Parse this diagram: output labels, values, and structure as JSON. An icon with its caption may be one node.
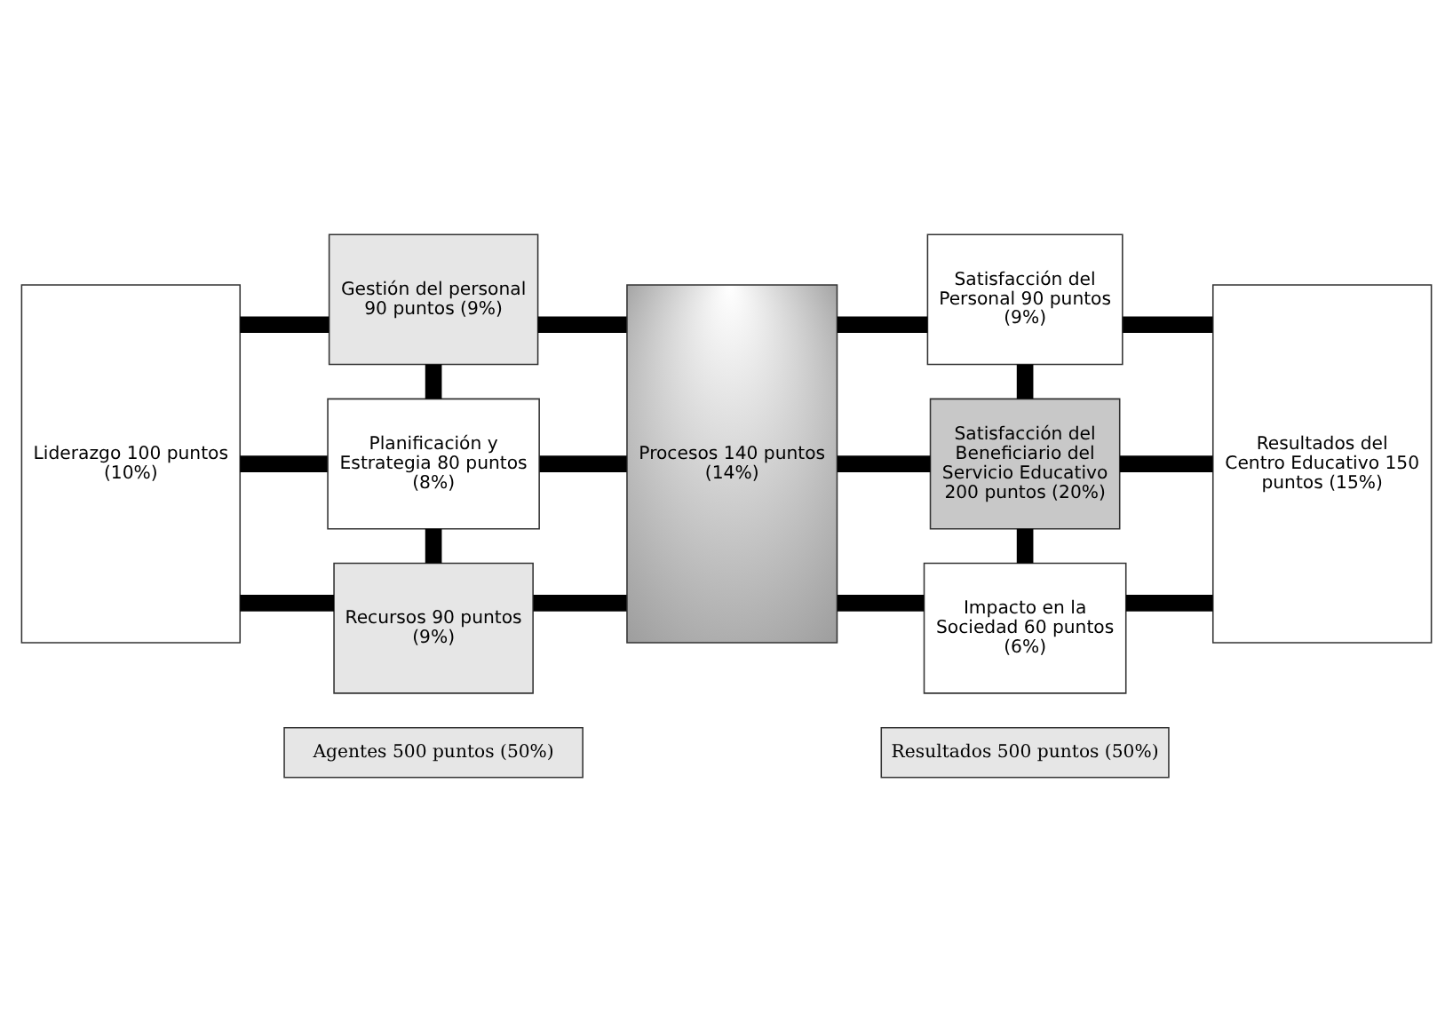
{
  "diagram": {
    "nodes": [
      {
        "text": [
          "Liderazgo 100 puntos (10%)"
        ]
      },
      {
        "text": [
          "Gestión del personal 90 puntos (9%)"
        ]
      },
      {
        "text": [
          "Planificación y Estrategia 80 puntos (8%)"
        ]
      },
      {
        "text": [
          "Recursos 90 puntos (9%)"
        ]
      },
      {
        "text": [
          "Procesos 140 puntos (14%)"
        ]
      },
      {
        "text": [
          "Satisfacción del Personal 90 puntos (9%)"
        ]
      },
      {
        "text": [
          "Satisfacción del Beneficiario del Servicio Educativo 200 puntos (20%)"
        ]
      },
      {
        "text": [
          "Impacto en la Sociedad 60 puntos (6%)"
        ]
      },
      {
        "text": [
          "Resultados del Centro Educativo 150 puntos (15%)"
        ]
      },
      {
        "text": [
          "Agentes 500 puntos (50%)"
        ]
      },
      {
        "text": [
          "Resultados 500 puntos (50%)"
        ]
      }
    ],
    "edges": [
      {
        "from": 0,
        "to": 1,
        "arrow": "none"
      },
      {
        "from": 0,
        "to": 2,
        "arrow": "none"
      },
      {
        "from": 0,
        "to": 3,
        "arrow": "none"
      },
      {
        "from": 1,
        "to": 2,
        "arrow": "none"
      },
      {
        "from": 2,
        "to": 3,
        "arrow": "none"
      },
      {
        "from": 1,
        "to": 4,
        "arrow": "none"
      },
      {
        "from": 2,
        "to": 4,
        "arrow": "none"
      },
      {
        "from": 3,
        "to": 4,
        "arrow": "none"
      },
      {
        "from": 4,
        "to": 5,
        "arrow": "none"
      },
      {
        "from": 4,
        "to": 6,
        "arrow": "none"
      },
      {
        "from": 4,
        "to": 7,
        "arrow": "none"
      },
      {
        "from": 5,
        "to": 6,
        "arrow": "none"
      },
      {
        "from": 6,
        "to": 7,
        "arrow": "none"
      },
      {
        "from": 5,
        "to": 8,
        "arrow": "none"
      },
      {
        "from": 6,
        "to": 8,
        "arrow": "none"
      },
      {
        "from": 7,
        "to": 8,
        "arrow": "none"
      }
    ]
  }
}
